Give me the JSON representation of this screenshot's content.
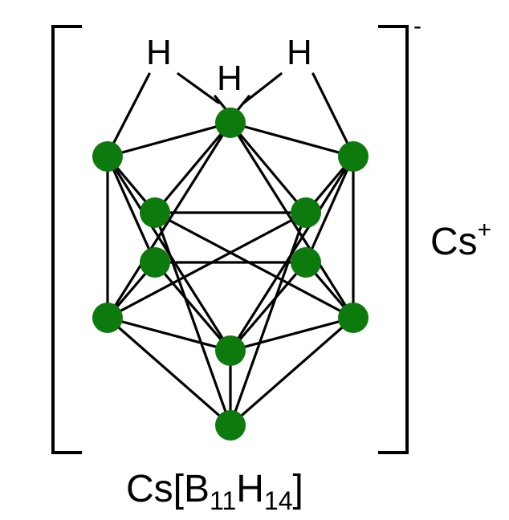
{
  "title": "",
  "labels": {
    "hydrogen_left": "H",
    "hydrogen_center": "H",
    "hydrogen_right": "H",
    "anion_charge": "-",
    "cation_symbol": "Cs",
    "cation_charge": "+",
    "formula_prefix": "Cs[B",
    "formula_b_count": "11",
    "formula_h": "H",
    "formula_h_count": "14",
    "formula_suffix": "]"
  },
  "colors": {
    "boron_atom": "#0d7a0d",
    "bond": "#000000",
    "bracket": "#000000"
  },
  "structure": {
    "boron_atom_count": 11,
    "bridging_hydrogen_count": 3
  }
}
